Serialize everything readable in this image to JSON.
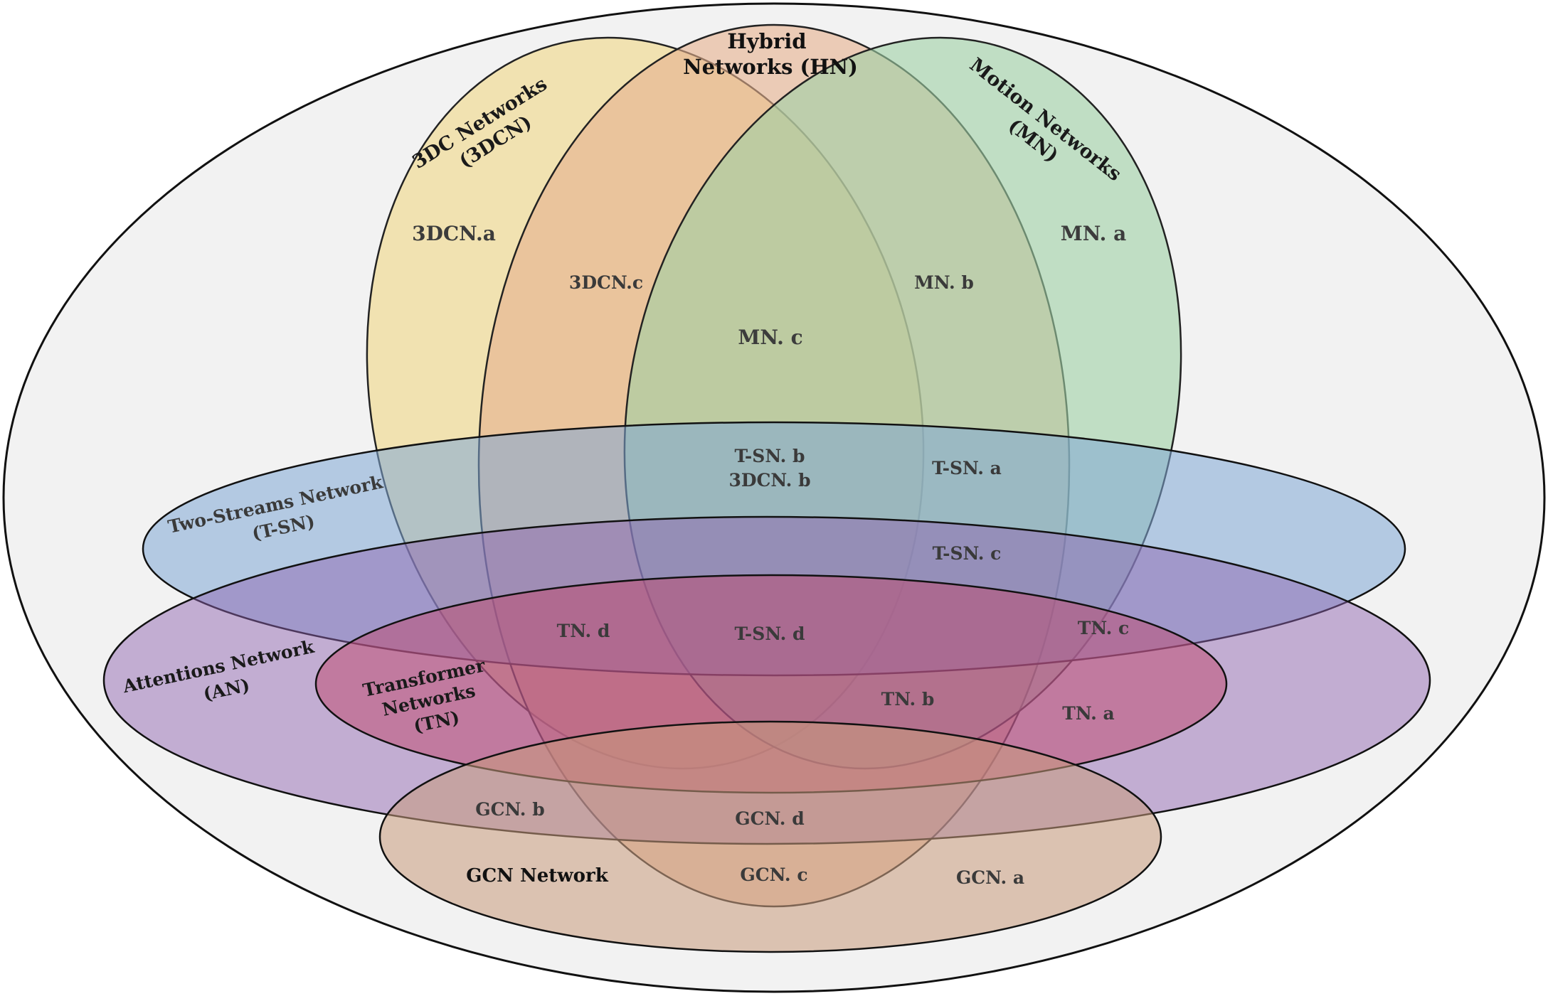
{
  "colors": {
    "outer_fill": "#f2f2f2",
    "three_dcn": "#f0d88e",
    "hybrid": "#e6b08e",
    "motion": "#9fd0a5",
    "two_stream": "#7fa8d6",
    "attention": "#8e62b0",
    "transformer": "#c0486c",
    "gcn": "#c99b7c",
    "stroke": "#111111"
  },
  "sets": {
    "three_dcn": {
      "line1": "3DC Networks",
      "line2": "(3DCN)"
    },
    "hybrid": {
      "line1": "Hybrid",
      "line2": "Networks (HN)"
    },
    "motion": {
      "line1": "Motion Networks",
      "line2": "(MN)"
    },
    "two_stream": {
      "line1": "Two-Streams Network",
      "line2": "(T-SN)"
    },
    "attention": {
      "line1": "Attentions Network",
      "line2": "(AN)"
    },
    "transformer": {
      "line1": "Transformer",
      "line2": "Networks",
      "line3": "(TN)"
    },
    "gcn": {
      "line1": "GCN Network"
    }
  },
  "regions": {
    "three_dcn_a": "3DCN.a",
    "three_dcn_c": "3DCN.c",
    "mn_a": "MN. a",
    "mn_b": "MN. b",
    "mn_c": "MN. c",
    "tsn_b": "T-SN. b",
    "three_dcn_b": "3DCN. b",
    "tsn_a": "T-SN. a",
    "tsn_c": "T-SN. c",
    "tn_d": "TN. d",
    "tsn_d": "T-SN. d",
    "tn_c": "TN. c",
    "tn_b": "TN. b",
    "tn_a": "TN. a",
    "gcn_b": "GCN. b",
    "gcn_d": "GCN. d",
    "gcn_c": "GCN. c",
    "gcn_a": "GCN. a"
  }
}
